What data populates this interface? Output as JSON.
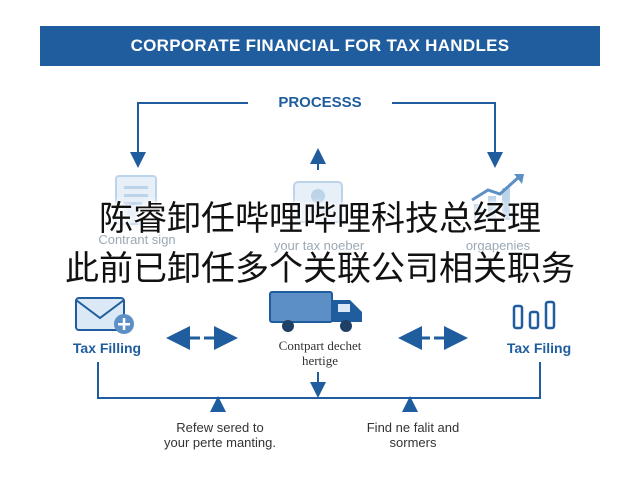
{
  "header": {
    "title": "CORPORATE FINANCIAL FOR TAX HANDLES"
  },
  "process": {
    "label": "PROCESSS"
  },
  "top_nodes": [
    {
      "text": "Contrant sign"
    },
    {
      "text": "your tax noeber"
    },
    {
      "text": "orgapenies"
    }
  ],
  "middle_nodes": {
    "left": "Tax Filling",
    "center_line1": "Contpart dechet",
    "center_line2": "hertige",
    "right": "Tax Filing"
  },
  "bottom_nodes": {
    "left_line1": "Refew sered to",
    "left_line2": "your perte manting.",
    "right_line1": "Find ne falit and",
    "right_line2": "sormers"
  },
  "overlay": {
    "line1": "陈睿卸任哔哩哔哩科技总经理",
    "line2": "此前已卸任多个关联公司相关职务"
  },
  "icons": [
    "document-icon",
    "user-id-icon",
    "growth-chart-icon",
    "envelope-icon",
    "delivery-truck-icon",
    "bar-chart-icon"
  ],
  "colors": {
    "primary": "#1f5d9e",
    "light": "#bcd4ea",
    "faint": "#9aa7b4"
  }
}
